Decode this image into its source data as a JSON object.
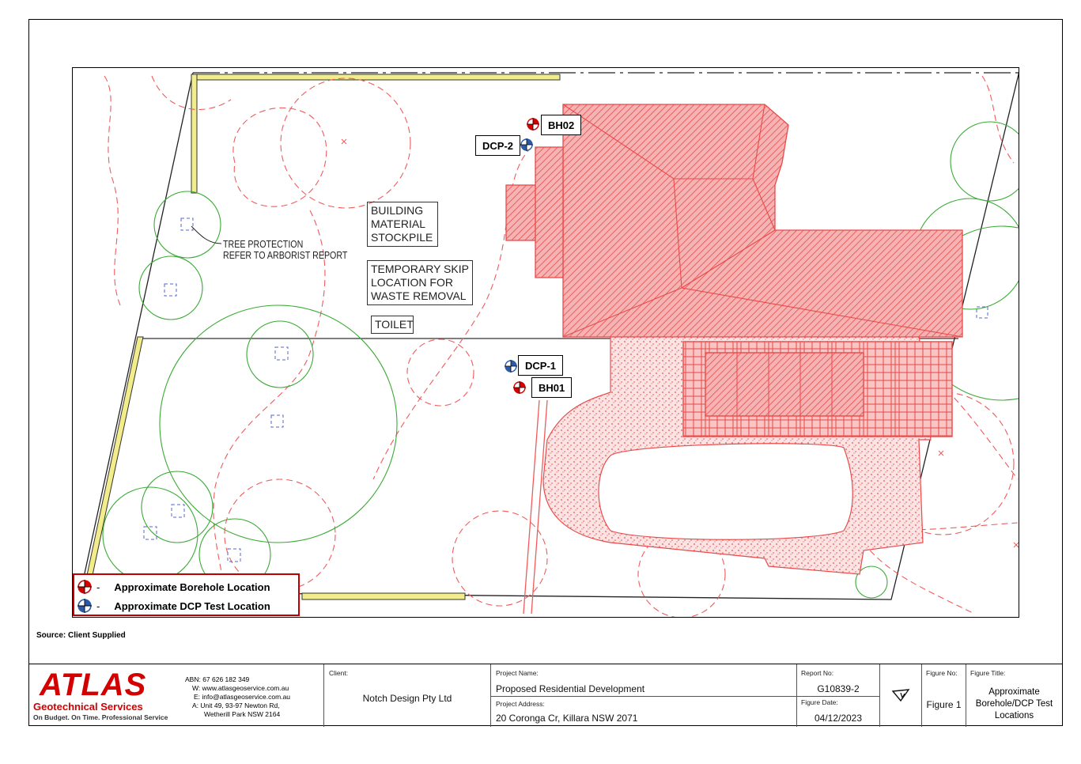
{
  "plan": {
    "labels": {
      "tree_protection_1": "TREE PROTECTION",
      "tree_protection_2": "REFER TO ARBORIST REPORT",
      "stockpile_1": "BUILDING",
      "stockpile_2": "MATERIAL",
      "stockpile_3": "STOCKPILE",
      "skip_1": "TEMPORARY SKIP",
      "skip_2": "LOCATION FOR",
      "skip_3": "WASTE REMOVAL",
      "toilet": "TOILET"
    },
    "markers": {
      "bh02": "BH02",
      "dcp2": "DCP-2",
      "dcp1": "DCP-1",
      "bh01": "BH01"
    },
    "colors": {
      "borehole": "#d40000",
      "dcp": "#2a5aa8",
      "building": "#f07070",
      "vegetation": "#3aaa35",
      "fence": "#e8e070"
    }
  },
  "legend": {
    "borehole": "Approximate Borehole Location",
    "dcp": "Approximate DCP Test Location",
    "dash": "-"
  },
  "source": "Source: Client Supplied",
  "titleblock": {
    "logo_main": "ATLAS",
    "logo_sub": "Geotechnical Services",
    "logo_tag": "On Budget. On Time. Professional Service",
    "abn": "ABN: 67 626 182 349",
    "web": "W: www.atlasgeoservice.com.au",
    "email": "E: info@atlasgeoservice.com.au",
    "address_1": "A: Unit 49, 93-97 Newton Rd,",
    "address_2": "Wetherill Park NSW 2164",
    "client_label": "Client:",
    "client_value": "Notch Design Pty Ltd",
    "project_name_label": "Project Name:",
    "project_name_value": "Proposed Residential Development",
    "project_address_label": "Project Address:",
    "project_address_value": "20 Coronga Cr, Killara NSW 2071",
    "report_no_label": "Report No:",
    "report_no_value": "G10839-2",
    "figure_date_label": "Figure Date:",
    "figure_date_value": "04/12/2023",
    "figure_no_label": "Figure No:",
    "figure_no_value": "Figure 1",
    "figure_title_label": "Figure Title:",
    "figure_title_1": "Approximate",
    "figure_title_2": "Borehole/DCP Test",
    "figure_title_3": "Locations",
    "north_arrow": "north-arrow-icon"
  }
}
